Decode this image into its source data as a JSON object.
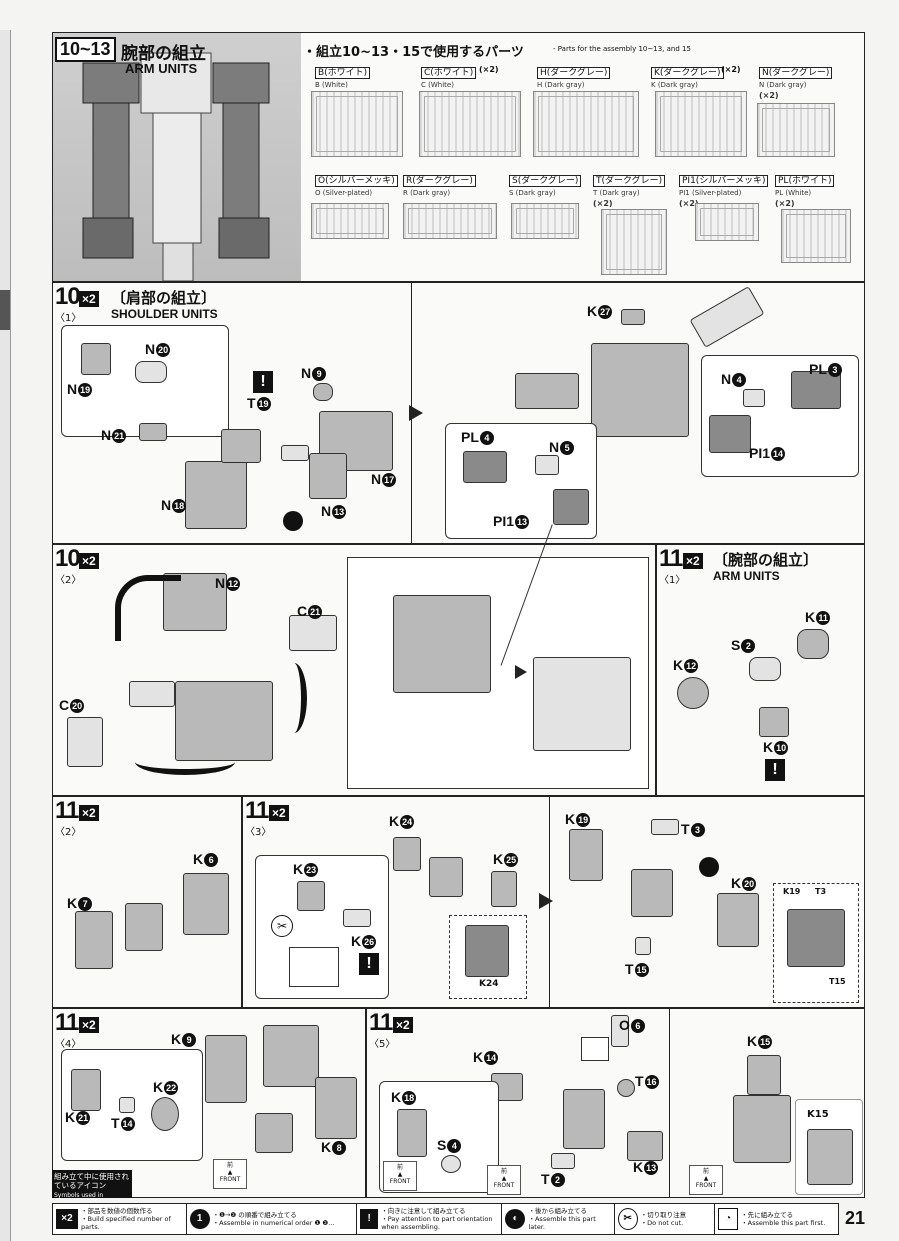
{
  "header": {
    "step_range": "10~13",
    "title_jp": "腕部の組立",
    "title_en": "ARM UNITS",
    "parts_heading": "・組立10~13・15で使用するパーツ",
    "parts_heading_en": "- Parts for the assembly 10~13, and 15"
  },
  "runners": [
    {
      "code": "B(ホワイト)",
      "sub": "B (White)",
      "mult": ""
    },
    {
      "code": "C(ホワイト)",
      "sub": "C (White)",
      "mult": "(×2)"
    },
    {
      "code": "H(ダークグレー)",
      "sub": "H (Dark gray)",
      "mult": ""
    },
    {
      "code": "K(ダークグレー)",
      "sub": "K (Dark gray)",
      "mult": "(×2)"
    },
    {
      "code": "N(ダークグレー)",
      "sub": "N (Dark gray)",
      "mult": "(×2)"
    },
    {
      "code": "O(シルバーメッキ)",
      "sub": "O (Silver-plated)",
      "mult": ""
    },
    {
      "code": "R(ダークグレー)",
      "sub": "R (Dark gray)",
      "mult": ""
    },
    {
      "code": "S(ダークグレー)",
      "sub": "S (Dark gray)",
      "mult": ""
    },
    {
      "code": "T(ダークグレー)",
      "sub": "T (Dark gray)",
      "mult": "(×2)"
    },
    {
      "code": "PI1(シルバーメッキ)",
      "sub": "PI1 (Silver-plated)",
      "mult": "(×2)"
    },
    {
      "code": "PL(ホワイト)",
      "sub": "PL (White)",
      "mult": "(×2)"
    }
  ],
  "steps": {
    "s10_1": {
      "num": "10",
      "sub": "〈1〉",
      "mult": "×2",
      "title_jp": "〔肩部の組立〕",
      "title_en": "SHOULDER UNITS"
    },
    "s10_2": {
      "num": "10",
      "sub": "〈2〉",
      "mult": "×2"
    },
    "s11_1": {
      "num": "11",
      "sub": "〈1〉",
      "mult": "×2",
      "title_jp": "〔腕部の組立〕",
      "title_en": "ARM UNITS"
    },
    "s11_2": {
      "num": "11",
      "sub": "〈2〉",
      "mult": "×2"
    },
    "s11_3": {
      "num": "11",
      "sub": "〈3〉",
      "mult": "×2"
    },
    "s11_4": {
      "num": "11",
      "sub": "〈4〉",
      "mult": "×2"
    },
    "s11_5": {
      "num": "11",
      "sub": "〈5〉",
      "mult": "×2"
    }
  },
  "labels": {
    "p10_1": [
      {
        "t": "N",
        "n": "20"
      },
      {
        "t": "N",
        "n": "19"
      },
      {
        "t": "N",
        "n": "21"
      },
      {
        "t": "T",
        "n": "19"
      },
      {
        "t": "N",
        "n": "9"
      },
      {
        "t": "N",
        "n": "17"
      },
      {
        "t": "N",
        "n": "18"
      },
      {
        "t": "N",
        "n": "13"
      },
      {
        "t": "K",
        "n": "27"
      },
      {
        "t": "PL",
        "n": "3"
      },
      {
        "t": "N",
        "n": "4"
      },
      {
        "t": "PI1",
        "n": "14"
      },
      {
        "t": "PL",
        "n": "4"
      },
      {
        "t": "N",
        "n": "5"
      },
      {
        "t": "PI1",
        "n": "13"
      }
    ],
    "p10_2": [
      {
        "t": "N",
        "n": "12"
      },
      {
        "t": "C",
        "n": "21"
      },
      {
        "t": "C",
        "n": "20"
      }
    ],
    "p11_1": [
      {
        "t": "K",
        "n": "11"
      },
      {
        "t": "S",
        "n": "2"
      },
      {
        "t": "K",
        "n": "12"
      },
      {
        "t": "K",
        "n": "10"
      }
    ],
    "p11_2": [
      {
        "t": "K",
        "n": "6"
      },
      {
        "t": "K",
        "n": "7"
      }
    ],
    "p11_3": [
      {
        "t": "K",
        "n": "24"
      },
      {
        "t": "K",
        "n": "25"
      },
      {
        "t": "K",
        "n": "23"
      },
      {
        "t": "K",
        "n": "26"
      },
      {
        "t": "K",
        "n": "24"
      },
      {
        "t": "K",
        "n": "19"
      },
      {
        "t": "T",
        "n": "3"
      },
      {
        "t": "K",
        "n": "20"
      },
      {
        "t": "T",
        "n": "15"
      },
      {
        "t": "K",
        "n": "19"
      },
      {
        "t": "T",
        "n": "3"
      },
      {
        "t": "T",
        "n": "15"
      }
    ],
    "p11_4": [
      {
        "t": "K",
        "n": "9"
      },
      {
        "t": "K",
        "n": "22"
      },
      {
        "t": "K",
        "n": "21"
      },
      {
        "t": "T",
        "n": "14"
      },
      {
        "t": "K",
        "n": "8"
      }
    ],
    "p11_5": [
      {
        "t": "O",
        "n": "6"
      },
      {
        "t": "K",
        "n": "14"
      },
      {
        "t": "T",
        "n": "16"
      },
      {
        "t": "K",
        "n": "18"
      },
      {
        "t": "S",
        "n": "4"
      },
      {
        "t": "T",
        "n": "2"
      },
      {
        "t": "K",
        "n": "13"
      },
      {
        "t": "K",
        "n": "15"
      },
      {
        "t": "K",
        "n": "15"
      }
    ]
  },
  "front_label": {
    "jp": "前",
    "en": "FRONT"
  },
  "legend": {
    "title": "組み立て中に使用されているアイコン",
    "title_en": "Symbols used in instructions",
    "items": [
      {
        "icon": "×2",
        "jp": "・部品を数値の個数作る",
        "en": "・Build specified number of parts."
      },
      {
        "icon": "1",
        "jp": "・❶→❷ の順番で組み立てる",
        "en": "・Assemble in numerical order ❶ ❷..."
      },
      {
        "icon": "!",
        "jp": "・向きに注意して組み立てる",
        "en": "・Pay attention to part orientation when assembling."
      },
      {
        "icon": "◐",
        "jp": "・後から組み立てる",
        "en": "・Assemble this part later."
      },
      {
        "icon": "✂",
        "jp": "・切り取り注意",
        "en": "・Do not cut."
      },
      {
        "icon": "◔",
        "jp": "・先に組み立てる",
        "en": "・Assemble this part first."
      }
    ]
  },
  "page_number": "21"
}
